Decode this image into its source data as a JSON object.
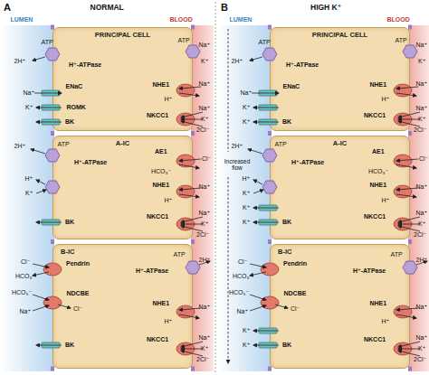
{
  "diagram": {
    "nodes": [
      {
        "text": [
          "PRINCIPAL CELL"
        ]
      },
      {
        "text": [
          "A-IC"
        ]
      },
      {
        "text": [
          "B-IC"
        ]
      },
      {
        "text": [
          "PRINCIPAL CELL"
        ]
      },
      {
        "text": [
          "A-IC"
        ]
      },
      {
        "text": [
          "B-IC"
        ]
      }
    ],
    "labels": [
      "A",
      "NORMAL",
      "LUMEN",
      "BLOOD",
      "B",
      "HIGH K⁺",
      "LUMEN",
      "BLOOD",
      "Increased flow",
      "ATP",
      "2H⁺",
      "H⁺-ATPase",
      "ATP",
      "Na⁺",
      "K⁺",
      "ENaC",
      "Na⁺",
      "NHE1",
      "H⁺",
      "Na⁺",
      "ROMK",
      "K⁺",
      "BK",
      "NKCC1",
      "Na⁺",
      "K⁺",
      "2Cl⁻",
      "2H⁺",
      "ATP",
      "H⁺-ATPase",
      "AE1",
      "HCO₃⁻",
      "Cl⁻",
      "H⁺",
      "K⁺",
      "NHE1",
      "H⁺",
      "Na⁺",
      "BK",
      "NKCC1",
      "Na⁺",
      "K⁺",
      "2Cl⁻",
      "Pendrin",
      "Cl⁻",
      "HCO₃⁻",
      "ATP",
      "H⁺-ATPase",
      "2H⁺",
      "HCO₃⁻",
      "NDCBE",
      "Na⁺",
      "Cl⁻",
      "NHE1",
      "H⁺",
      "Na⁺",
      "BK",
      "NKCC1",
      "Na⁺",
      "K⁺",
      "2Cl⁻",
      "ATP",
      "2H⁺",
      "H⁺-ATPase",
      "ATP",
      "Na⁺",
      "K⁺",
      "ENaC",
      "Na⁺",
      "NHE1",
      "H⁺",
      "Na⁺",
      "K⁺",
      "K⁺",
      "BK",
      "NKCC1",
      "Na⁺",
      "K⁺",
      "2Cl⁻",
      "2H⁺",
      "ATP",
      "H⁺-ATPase",
      "AE1",
      "HCO₃⁻",
      "Cl⁻",
      "H⁺",
      "K⁺",
      "NHE1",
      "H⁺",
      "Na⁺",
      "K⁺",
      "K⁺",
      "BK",
      "NKCC1",
      "Na⁺",
      "K⁺",
      "2Cl⁻",
      "Pendrin",
      "Cl⁻",
      "HCO₃⁻",
      "ATP",
      "H⁺-ATPase",
      "2H⁺",
      "HCO₃⁻",
      "NDCBE",
      "Na⁺",
      "Cl⁻",
      "NHE1",
      "H⁺",
      "Na⁺",
      "K⁺",
      "K⁺",
      "BK",
      "NKCC1",
      "Na⁺",
      "K⁺",
      "2Cl⁻"
    ]
  }
}
